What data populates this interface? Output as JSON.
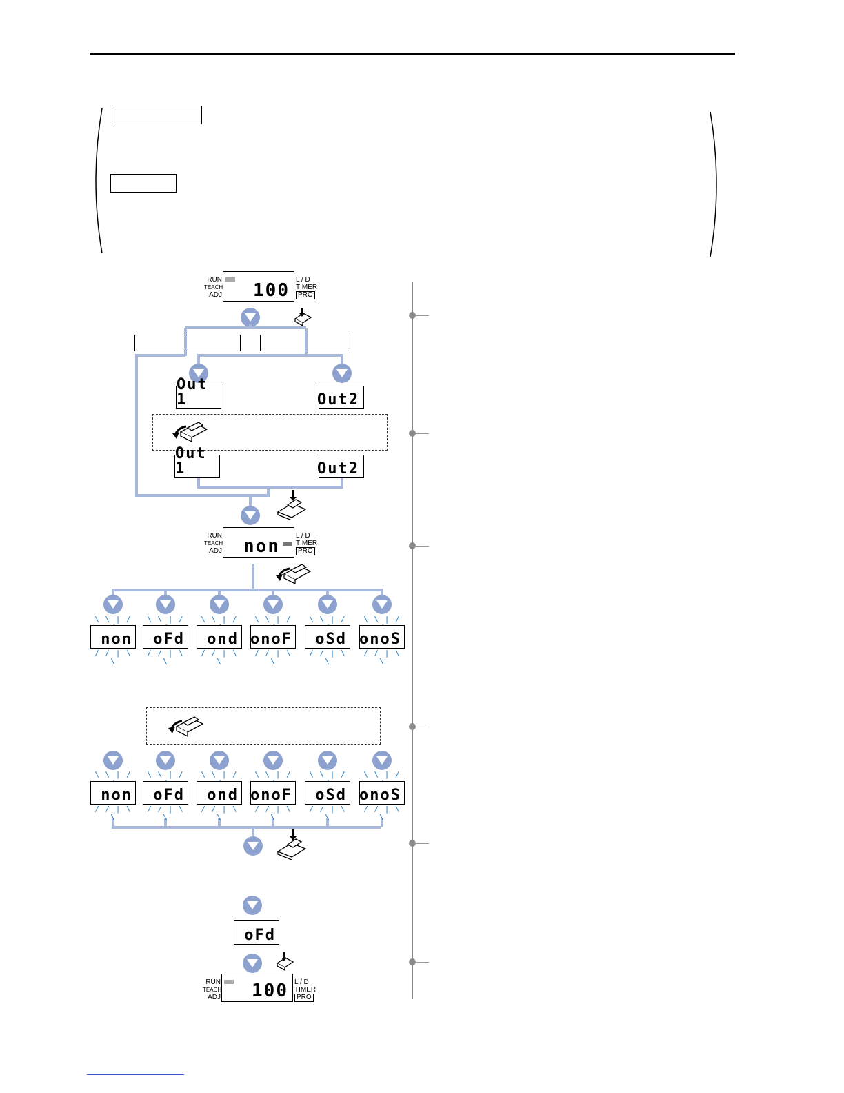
{
  "header": {
    "title": ""
  },
  "displays": {
    "run_value": "100",
    "side_left": [
      "RUN",
      "TEACH",
      "ADJ"
    ],
    "side_right": [
      "L / D",
      "TIMER",
      "PRO"
    ],
    "mode_current": "non",
    "out1": "Out 1",
    "out2": "Out2",
    "final_mode": "oFd"
  },
  "modes": [
    "non",
    "oFd",
    "ond",
    "onoF",
    "oSd",
    "onoS"
  ],
  "colors": {
    "flow_line": "#a7b8db",
    "arrow_fill": "#8da2cf",
    "blink_rays": "#1f7fc9"
  },
  "icons": [
    "down-arrow-icon",
    "press-button-icon",
    "slide-switch-icon",
    "blink-rays-icon"
  ]
}
